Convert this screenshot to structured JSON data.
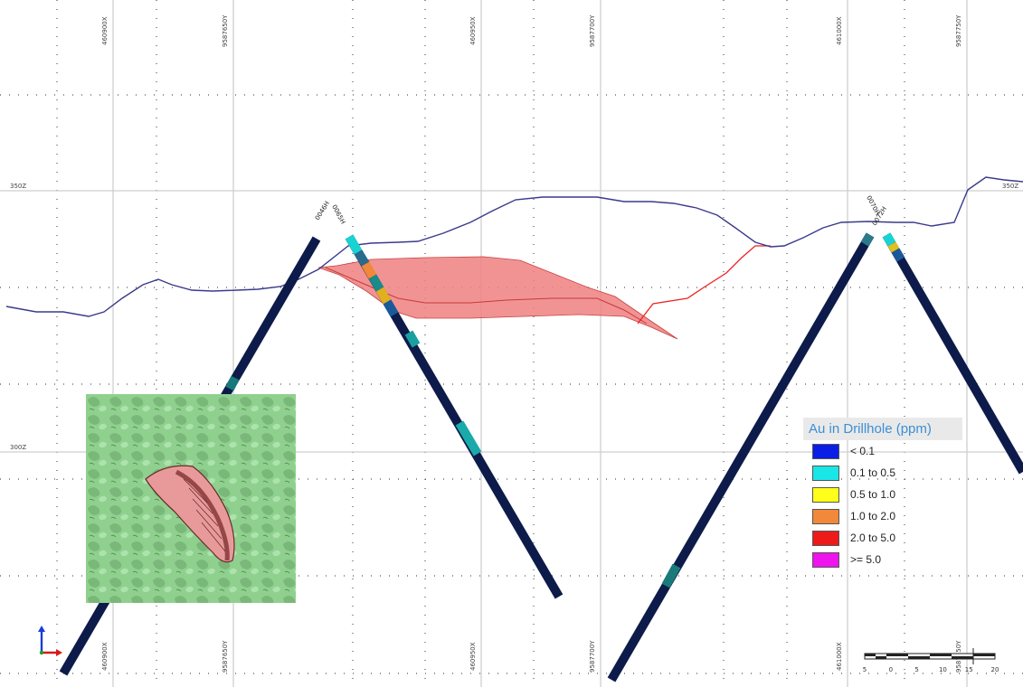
{
  "section": {
    "easting_labels": [
      "460900X",
      "460950X",
      "461000X"
    ],
    "northing_labels": [
      "9587650Y",
      "9587700Y",
      "9587750Y"
    ],
    "elevation_labels": [
      "350Z",
      "300Z"
    ],
    "hole_labels": [
      "0046H",
      "0065H",
      "0070H",
      "0072H"
    ],
    "colors": {
      "topography": "#3a3a8c",
      "drillhole": "#0d1b4a",
      "orebody_fill": "#f08080",
      "orebody_edge": "#e03a3a",
      "grid": "#bdbdbd"
    }
  },
  "legend": {
    "title": "Au in Drillhole (ppm)",
    "items": [
      {
        "label": "< 0.1",
        "color": "#0a1ee6"
      },
      {
        "label": "0.1 to 0.5",
        "color": "#19e6e6"
      },
      {
        "label": "0.5 to 1.0",
        "color": "#ffff1a"
      },
      {
        "label": "1.0 to 2.0",
        "color": "#f2883a"
      },
      {
        "label": "2.0 to 5.0",
        "color": "#ee1a1a"
      },
      {
        "label": ">= 5.0",
        "color": "#ee14ee"
      }
    ]
  },
  "inset": {
    "terrain_color": "#8fd08f",
    "body_color": "#e89a9a"
  },
  "scale_bar": {
    "ticks": [
      "5",
      "0",
      "5",
      "10",
      "15",
      "20"
    ]
  }
}
